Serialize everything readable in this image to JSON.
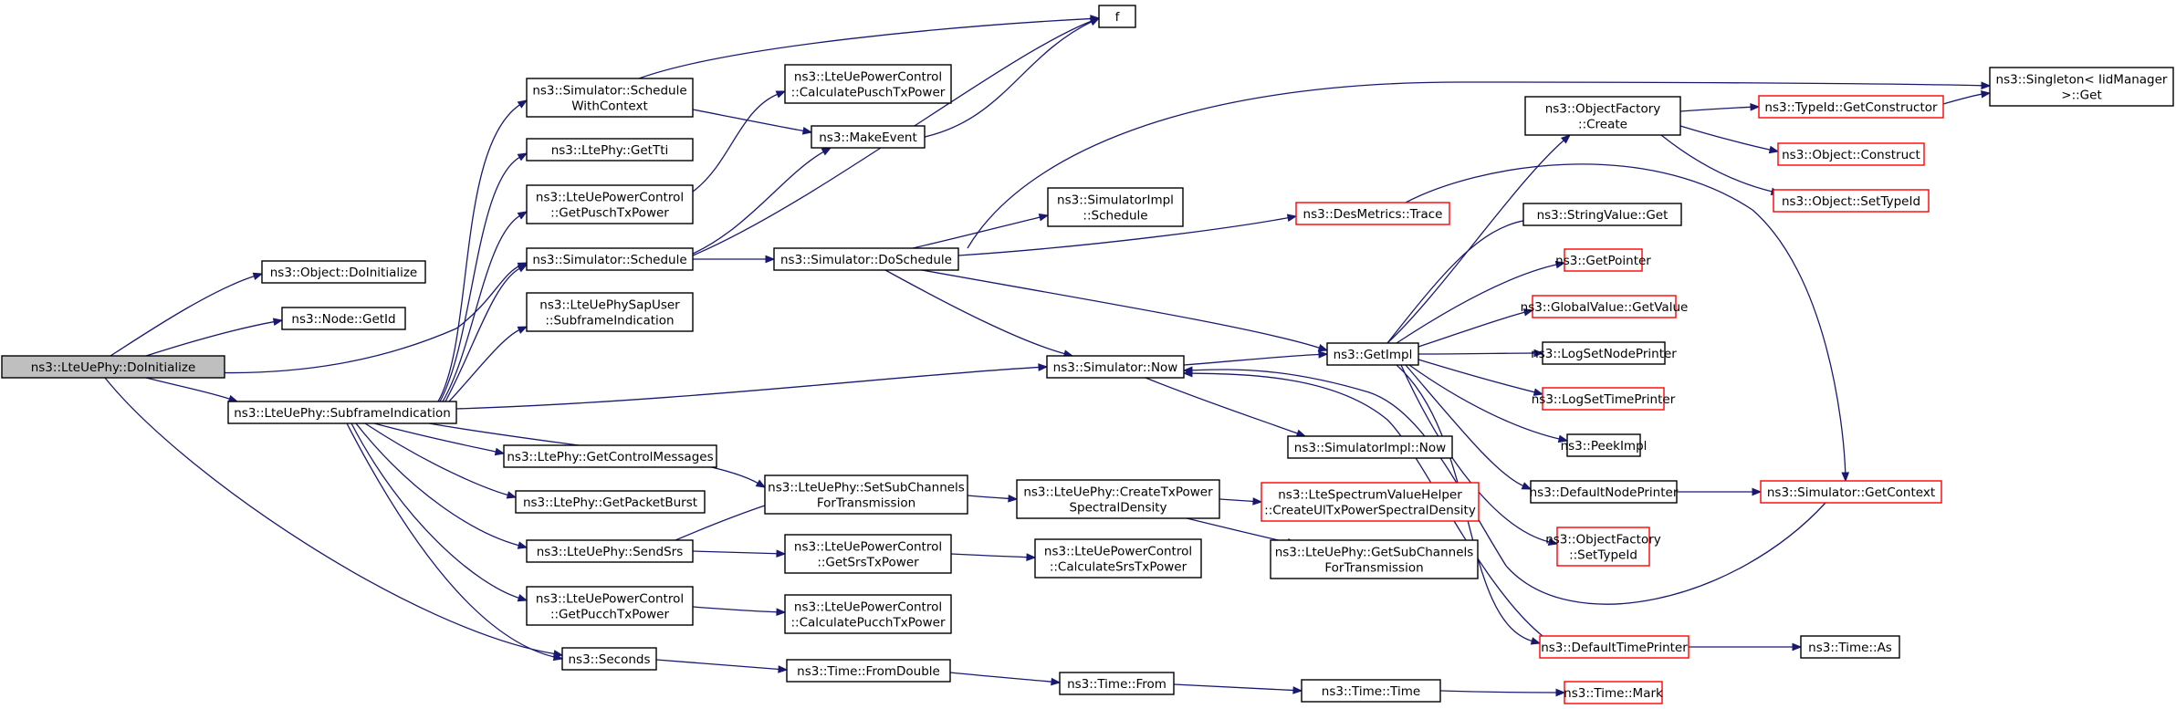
{
  "colors": {
    "edge": "#191970",
    "node_border_normal": "#000000",
    "node_border_truncated": "#ff0000",
    "node_fill_root": "#bfbfbf",
    "node_fill": "#ffffff"
  },
  "nodes": {
    "doinit": {
      "lines": [
        "ns3::LteUePhy::DoInitialize"
      ],
      "style": "root"
    },
    "objdoinit": {
      "lines": [
        "ns3::Object::DoInitialize"
      ],
      "style": "normal"
    },
    "nodegetid": {
      "lines": [
        "ns3::Node::GetId"
      ],
      "style": "normal"
    },
    "subframe": {
      "lines": [
        "ns3::LteUePhy::SubframeIndication"
      ],
      "style": "normal"
    },
    "schedwctx": {
      "lines": [
        "ns3::Simulator::Schedule",
        "WithContext"
      ],
      "style": "normal"
    },
    "gettti": {
      "lines": [
        "ns3::LtePhy::GetTti"
      ],
      "style": "normal"
    },
    "getpusch": {
      "lines": [
        "ns3::LteUePowerControl",
        "::GetPuschTxPower"
      ],
      "style": "normal"
    },
    "schedule": {
      "lines": [
        "ns3::Simulator::Schedule"
      ],
      "style": "normal"
    },
    "sapuser": {
      "lines": [
        "ns3::LteUePhySapUser",
        "::SubframeIndication"
      ],
      "style": "normal"
    },
    "getctrl": {
      "lines": [
        "ns3::LtePhy::GetControlMessages"
      ],
      "style": "normal"
    },
    "getpkt": {
      "lines": [
        "ns3::LtePhy::GetPacketBurst"
      ],
      "style": "normal"
    },
    "sendsrs": {
      "lines": [
        "ns3::LteUePhy::SendSrs"
      ],
      "style": "normal"
    },
    "getpucch": {
      "lines": [
        "ns3::LteUePowerControl",
        "::GetPucchTxPower"
      ],
      "style": "normal"
    },
    "seconds": {
      "lines": [
        "ns3::Seconds"
      ],
      "style": "normal"
    },
    "calcpusch": {
      "lines": [
        "ns3::LteUePowerControl",
        "::CalculatePuschTxPower"
      ],
      "style": "normal"
    },
    "makeevent": {
      "lines": [
        "ns3::MakeEvent"
      ],
      "style": "normal"
    },
    "f": {
      "lines": [
        "f"
      ],
      "style": "normal"
    },
    "doschedule": {
      "lines": [
        "ns3::Simulator::DoSchedule"
      ],
      "style": "normal"
    },
    "now": {
      "lines": [
        "ns3::Simulator::Now"
      ],
      "style": "normal"
    },
    "setsub": {
      "lines": [
        "ns3::LteUePhy::SetSubChannels",
        "ForTransmission"
      ],
      "style": "normal"
    },
    "getsrs": {
      "lines": [
        "ns3::LteUePowerControl",
        "::GetSrsTxPower"
      ],
      "style": "normal"
    },
    "calcpucch": {
      "lines": [
        "ns3::LteUePowerControl",
        "::CalculatePucchTxPower"
      ],
      "style": "normal"
    },
    "fromdouble": {
      "lines": [
        "ns3::Time::FromDouble"
      ],
      "style": "normal"
    },
    "implsched": {
      "lines": [
        "ns3::SimulatorImpl",
        "::Schedule"
      ],
      "style": "normal"
    },
    "createtx": {
      "lines": [
        "ns3::LteUePhy::CreateTxPower",
        "SpectralDensity"
      ],
      "style": "normal"
    },
    "calcsrs": {
      "lines": [
        "ns3::LteUePowerControl",
        "::CalculateSrsTxPower"
      ],
      "style": "normal"
    },
    "timefrom": {
      "lines": [
        "ns3::Time::From"
      ],
      "style": "normal"
    },
    "desmetrics": {
      "lines": [
        "ns3::DesMetrics::Trace"
      ],
      "style": "truncated"
    },
    "getimpl": {
      "lines": [
        "ns3::GetImpl"
      ],
      "style": "normal"
    },
    "implnow": {
      "lines": [
        "ns3::SimulatorImpl::Now"
      ],
      "style": "normal"
    },
    "ltespec": {
      "lines": [
        "ns3::LteSpectrumValueHelper",
        "::CreateUlTxPowerSpectralDensity"
      ],
      "style": "truncated"
    },
    "getsubtx": {
      "lines": [
        "ns3::LteUePhy::GetSubChannels",
        "ForTransmission"
      ],
      "style": "normal"
    },
    "timetime": {
      "lines": [
        "ns3::Time::Time"
      ],
      "style": "normal"
    },
    "ofcreate": {
      "lines": [
        "ns3::ObjectFactory",
        "::Create"
      ],
      "style": "normal"
    },
    "strget": {
      "lines": [
        "ns3::StringValue::Get"
      ],
      "style": "normal"
    },
    "getptr": {
      "lines": [
        "ns3::GetPointer"
      ],
      "style": "truncated"
    },
    "gvget": {
      "lines": [
        "ns3::GlobalValue::GetValue"
      ],
      "style": "truncated"
    },
    "lognode": {
      "lines": [
        "ns3::LogSetNodePrinter"
      ],
      "style": "normal"
    },
    "logtime": {
      "lines": [
        "ns3::LogSetTimePrinter"
      ],
      "style": "truncated"
    },
    "peekimpl": {
      "lines": [
        "ns3::PeekImpl"
      ],
      "style": "normal"
    },
    "defnode": {
      "lines": [
        "ns3::DefaultNodePrinter"
      ],
      "style": "normal"
    },
    "ofsettype": {
      "lines": [
        "ns3::ObjectFactory",
        "::SetTypeId"
      ],
      "style": "truncated"
    },
    "deftime": {
      "lines": [
        "ns3::DefaultTimePrinter"
      ],
      "style": "truncated"
    },
    "timemark": {
      "lines": [
        "ns3::Time::Mark"
      ],
      "style": "truncated"
    },
    "getctor": {
      "lines": [
        "ns3::TypeId::GetConstructor"
      ],
      "style": "truncated"
    },
    "objconst": {
      "lines": [
        "ns3::Object::Construct"
      ],
      "style": "truncated"
    },
    "objsettype": {
      "lines": [
        "ns3::Object::SetTypeId"
      ],
      "style": "truncated"
    },
    "getcontext": {
      "lines": [
        "ns3::Simulator::GetContext"
      ],
      "style": "truncated"
    },
    "timeas": {
      "lines": [
        "ns3::Time::As"
      ],
      "style": "normal"
    },
    "singleton": {
      "lines": [
        "ns3::Singleton< IidManager",
        " >::Get"
      ],
      "style": "normal"
    }
  },
  "edges": [
    [
      "doinit",
      "objdoinit"
    ],
    [
      "doinit",
      "nodegetid"
    ],
    [
      "doinit",
      "subframe"
    ],
    [
      "doinit",
      "schedule"
    ],
    [
      "doinit",
      "seconds"
    ],
    [
      "subframe",
      "schedwctx"
    ],
    [
      "subframe",
      "gettti"
    ],
    [
      "subframe",
      "getpusch"
    ],
    [
      "subframe",
      "schedule"
    ],
    [
      "subframe",
      "sapuser"
    ],
    [
      "subframe",
      "now"
    ],
    [
      "subframe",
      "getctrl"
    ],
    [
      "subframe",
      "getpkt"
    ],
    [
      "subframe",
      "setsub"
    ],
    [
      "subframe",
      "sendsrs"
    ],
    [
      "subframe",
      "getpucch"
    ],
    [
      "subframe",
      "seconds"
    ],
    [
      "schedwctx",
      "makeevent"
    ],
    [
      "schedwctx",
      "f"
    ],
    [
      "getpusch",
      "calcpusch"
    ],
    [
      "schedule",
      "makeevent"
    ],
    [
      "schedule",
      "f"
    ],
    [
      "schedule",
      "doschedule"
    ],
    [
      "makeevent",
      "f"
    ],
    [
      "doschedule",
      "implsched"
    ],
    [
      "doschedule",
      "desmetrics"
    ],
    [
      "doschedule",
      "singleton"
    ],
    [
      "doschedule",
      "getimpl"
    ],
    [
      "doschedule",
      "now"
    ],
    [
      "now",
      "getimpl"
    ],
    [
      "now",
      "implnow"
    ],
    [
      "sendsrs",
      "setsub"
    ],
    [
      "sendsrs",
      "getsrs"
    ],
    [
      "getsrs",
      "calcsrs"
    ],
    [
      "getpucch",
      "calcpucch"
    ],
    [
      "setsub",
      "createtx"
    ],
    [
      "createtx",
      "ltespec"
    ],
    [
      "createtx",
      "getsubtx"
    ],
    [
      "seconds",
      "fromdouble"
    ],
    [
      "fromdouble",
      "timefrom"
    ],
    [
      "timefrom",
      "timetime"
    ],
    [
      "timetime",
      "timemark"
    ],
    [
      "desmetrics",
      "getcontext"
    ],
    [
      "getimpl",
      "ofcreate"
    ],
    [
      "getimpl",
      "strget"
    ],
    [
      "getimpl",
      "getptr"
    ],
    [
      "getimpl",
      "gvget"
    ],
    [
      "getimpl",
      "lognode"
    ],
    [
      "getimpl",
      "logtime"
    ],
    [
      "getimpl",
      "peekimpl"
    ],
    [
      "getimpl",
      "defnode"
    ],
    [
      "getimpl",
      "ofsettype"
    ],
    [
      "getimpl",
      "deftime"
    ],
    [
      "ofcreate",
      "getctor"
    ],
    [
      "ofcreate",
      "objconst"
    ],
    [
      "ofcreate",
      "objsettype"
    ],
    [
      "getctor",
      "singleton"
    ],
    [
      "defnode",
      "getcontext"
    ],
    [
      "getcontext",
      "now"
    ],
    [
      "deftime",
      "now"
    ],
    [
      "deftime",
      "timeas"
    ]
  ]
}
